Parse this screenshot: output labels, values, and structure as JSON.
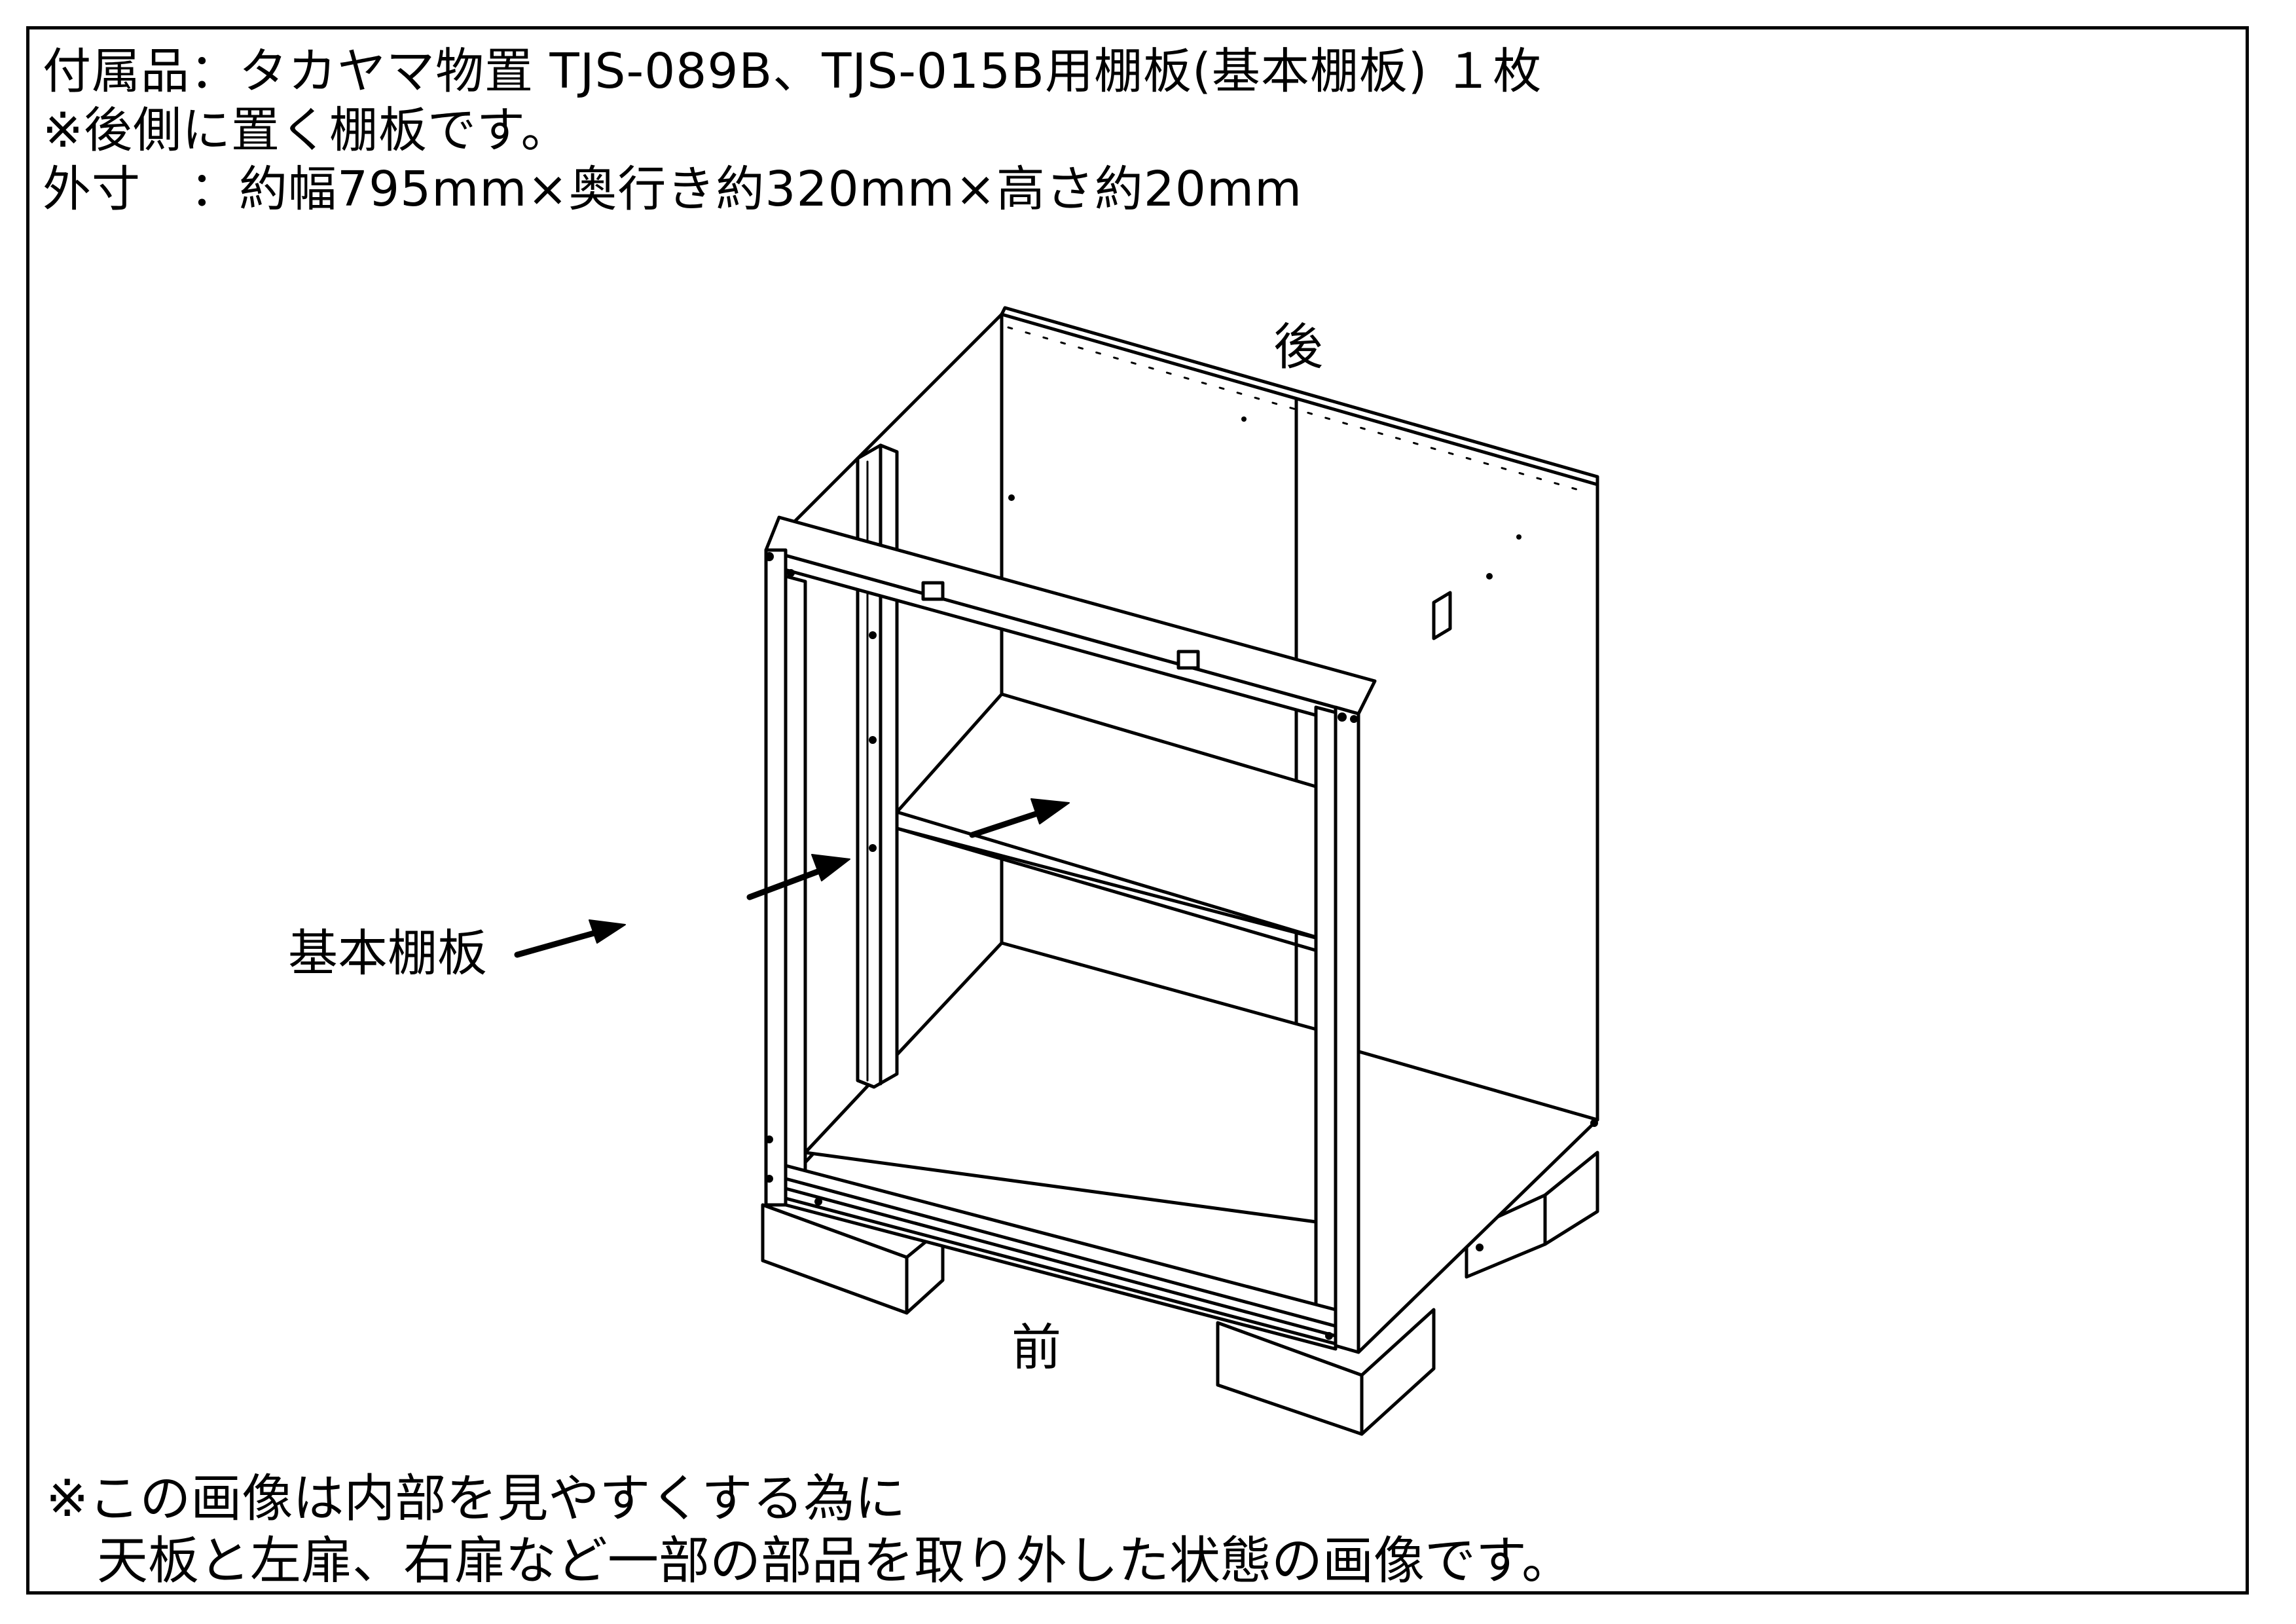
{
  "header": {
    "line1": "付属品：タカヤマ物置 TJS-089B、TJS-015B用棚板(基本棚板) １枚",
    "line2": "※後側に置く棚板です。",
    "line3": "外寸　：約幅795mm×奥行き約320mm×高さ約20mm"
  },
  "labels": {
    "back": "後",
    "front": "前",
    "shelf": "基本棚板"
  },
  "footer": {
    "line1": "※この画像は内部を見やすくする為に",
    "line2": "　天板と左扉、右扉など一部の部品を取り外した状態の画像です。"
  },
  "colors": {
    "line": "#000000",
    "background": "#ffffff"
  }
}
